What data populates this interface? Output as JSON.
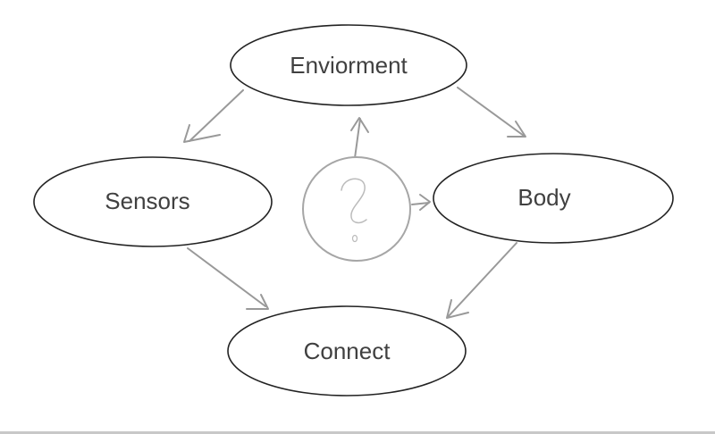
{
  "nodes": {
    "environment": "Enviorment",
    "sensors": "Sensors",
    "body": "Body",
    "connect": "Connect"
  },
  "center_symbol": "?"
}
